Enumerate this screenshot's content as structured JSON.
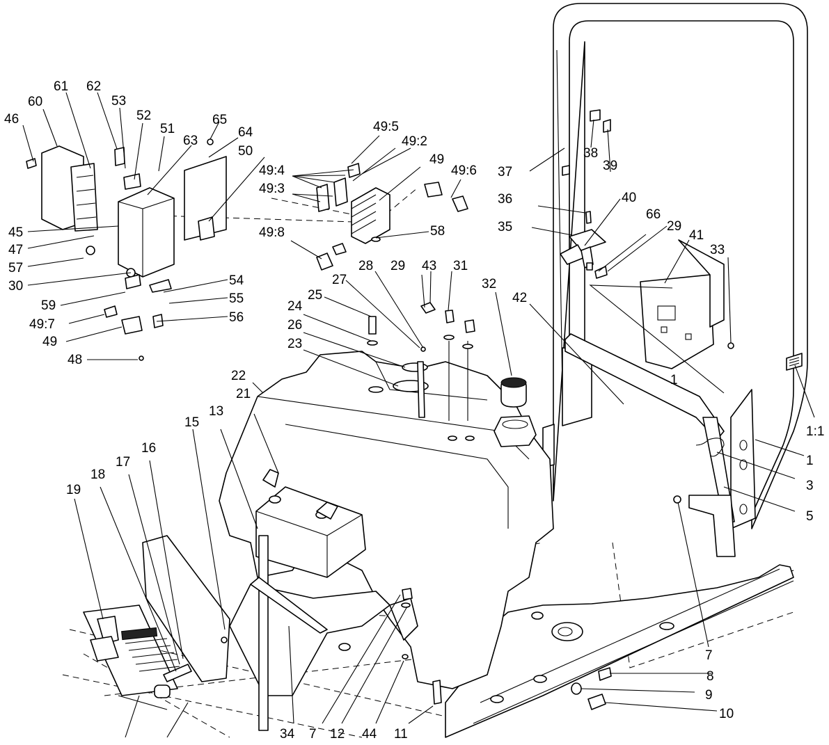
{
  "diagram": {
    "type": "exploded-parts-view",
    "callouts": [
      "46",
      "60",
      "61",
      "62",
      "53",
      "52",
      "51",
      "65",
      "64",
      "63",
      "50",
      "45",
      "47",
      "57",
      "30",
      "59",
      "49:7",
      "49",
      "48",
      "54",
      "55",
      "56",
      "49:5",
      "49:2",
      "49:4",
      "49:3",
      "49:6",
      "58",
      "49:8",
      "37",
      "38",
      "39",
      "36",
      "40",
      "35",
      "66",
      "29",
      "41",
      "33",
      "28",
      "29",
      "43",
      "31",
      "32",
      "42",
      "27",
      "25",
      "24",
      "26",
      "23",
      "22",
      "21",
      "13",
      "15",
      "16",
      "17",
      "18",
      "19",
      "1:1",
      "1",
      "3",
      "5",
      "7",
      "8",
      "9",
      "10",
      "34",
      "7",
      "12",
      "44",
      "11"
    ]
  }
}
